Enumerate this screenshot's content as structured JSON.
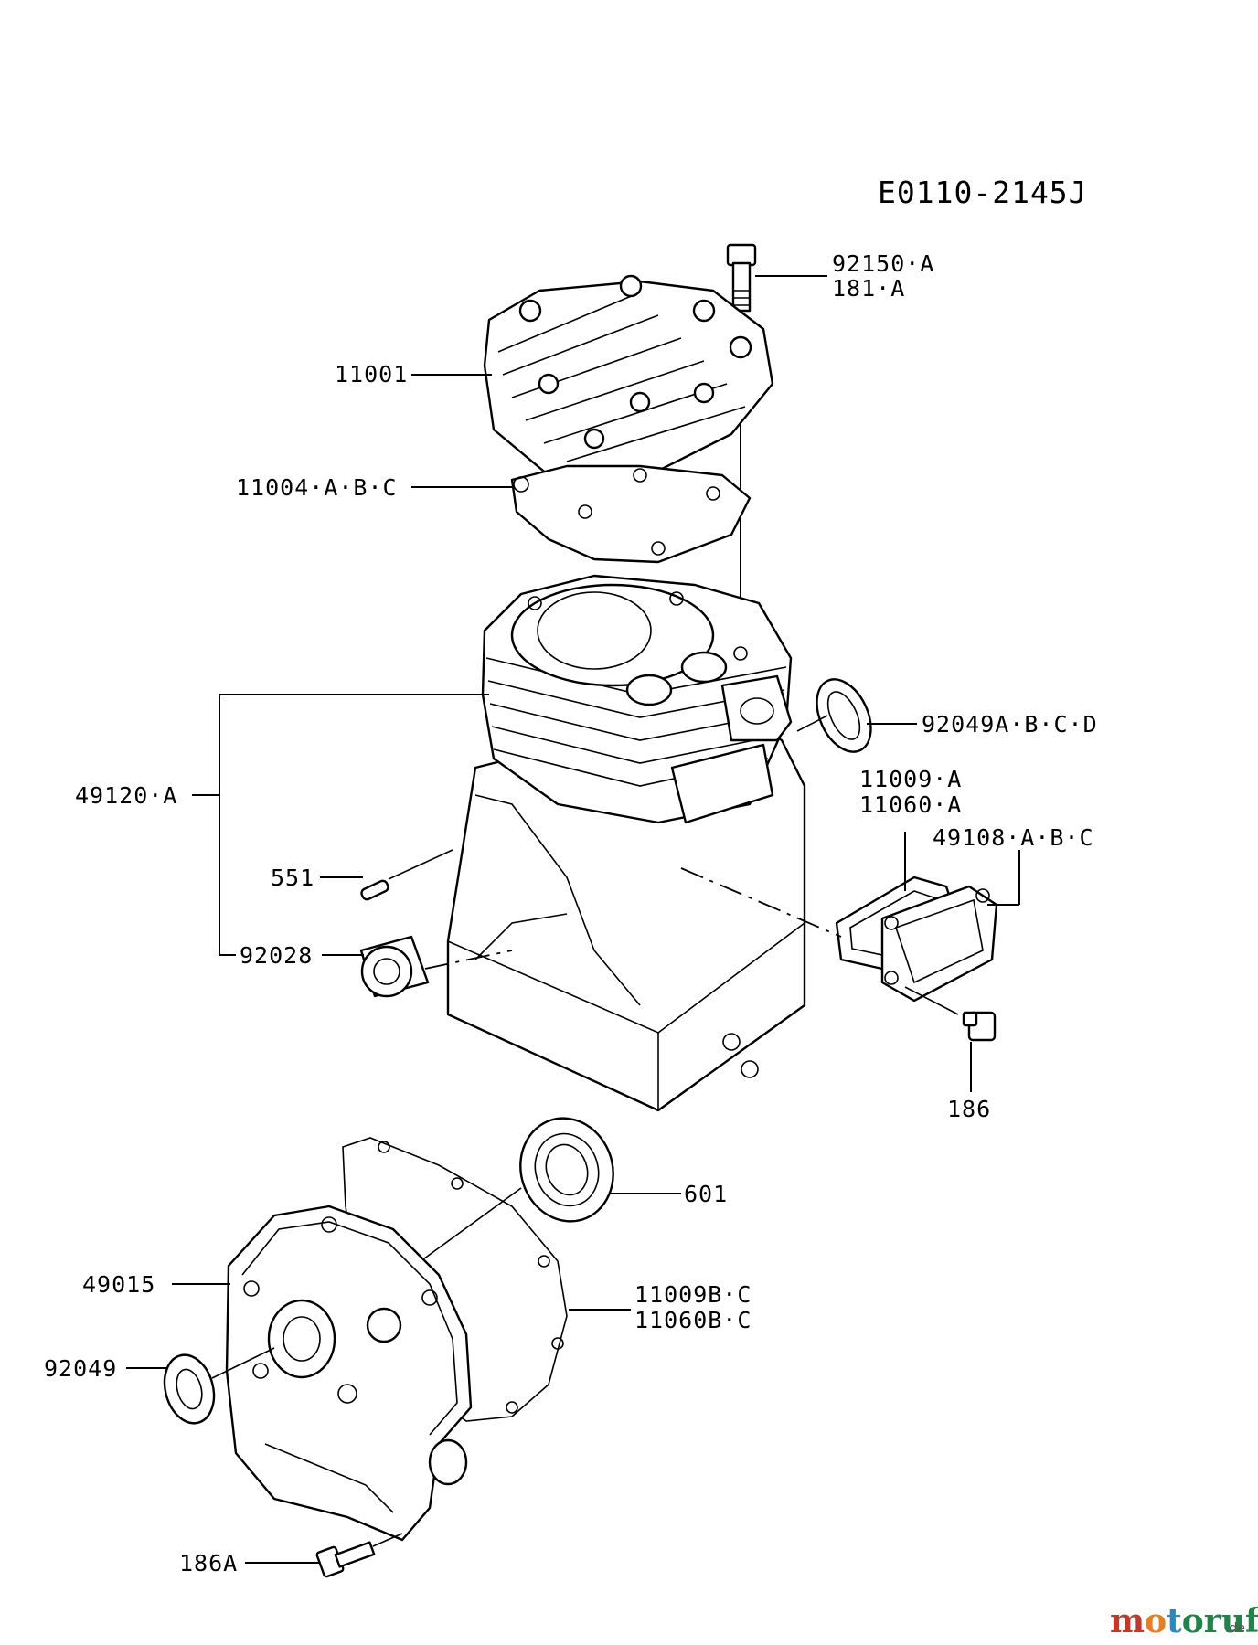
{
  "diagram_code": "E0110-2145J",
  "watermark": {
    "text": "motoruf",
    "suffix": ".de"
  },
  "labels": {
    "p92150": "92150·A",
    "p181": "181·A",
    "p11001": "11001",
    "p11004": "11004·A·B·C",
    "p92049A": "92049A·B·C·D",
    "p11009A": "11009·A",
    "p11060A": "11060·A",
    "p49108": "49108·A·B·C",
    "p49120": "49120·A",
    "p551": "551",
    "p92028": "92028",
    "p186": "186",
    "p601": "601",
    "p49015": "49015",
    "p11009B": "11009B·C",
    "p11060B": "11060B·C",
    "p92049": "92049",
    "p186A": "186A"
  },
  "colors": {
    "line": "#000000",
    "wm_m": "#c0392b",
    "wm_o": "#e67e22",
    "wm_t": "#2e86c1",
    "wm_rest": "#1e8449"
  }
}
